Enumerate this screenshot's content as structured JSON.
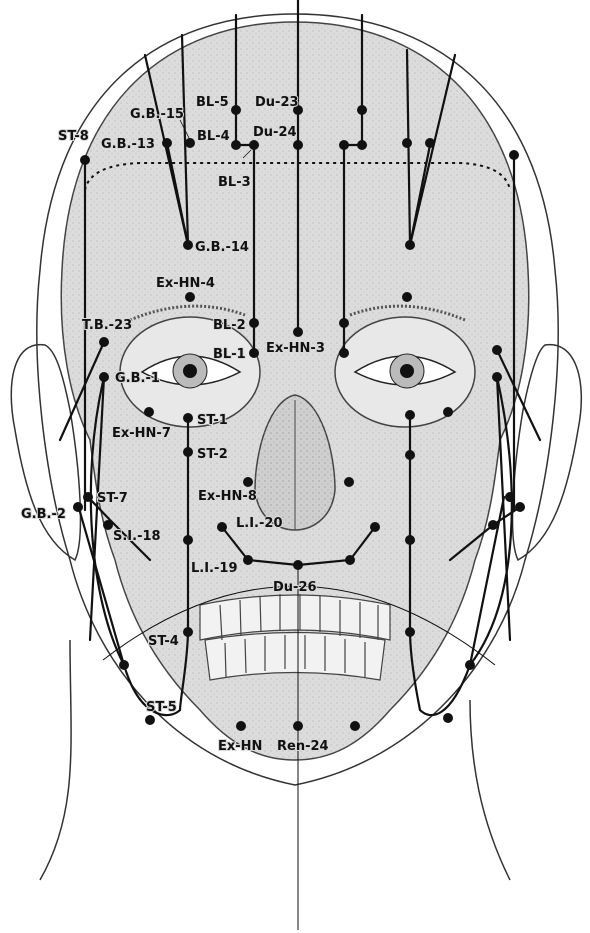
{
  "figure": {
    "labels": {
      "gb15": "G.B.-15",
      "bl5": "BL-5",
      "du23": "Du-23",
      "st8": "ST-8",
      "gb13": "G.B.-13",
      "bl4": "BL-4",
      "du24": "Du-24",
      "bl3": "BL-3",
      "gb14": "G.B.-14",
      "exhn4": "Ex-HN-4",
      "tb23": "T.B.-23",
      "bl2": "BL-2",
      "bl1": "BL-1",
      "exhn3": "Ex-HN-3",
      "gb1": "G.B.-1",
      "st1": "ST-1",
      "exhn7": "Ex-HN-7",
      "st2": "ST-2",
      "exhn8": "Ex-HN-8",
      "st7": "ST-7",
      "gb2": "G.B.-2",
      "li20": "L.I.-20",
      "si18": "S.I.-18",
      "li19": "L.I.-19",
      "du26": "Du-26",
      "st4": "ST-4",
      "st5": "ST-5",
      "exhn": "Ex-HN",
      "ren24": "Ren-24"
    }
  }
}
